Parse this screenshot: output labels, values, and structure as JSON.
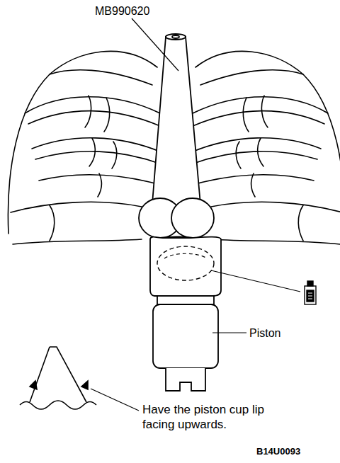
{
  "diagram": {
    "labels": [
      "MB990620",
      "Piston",
      "Have the piston cup lip facing upwards.",
      "B14U0093"
    ]
  }
}
